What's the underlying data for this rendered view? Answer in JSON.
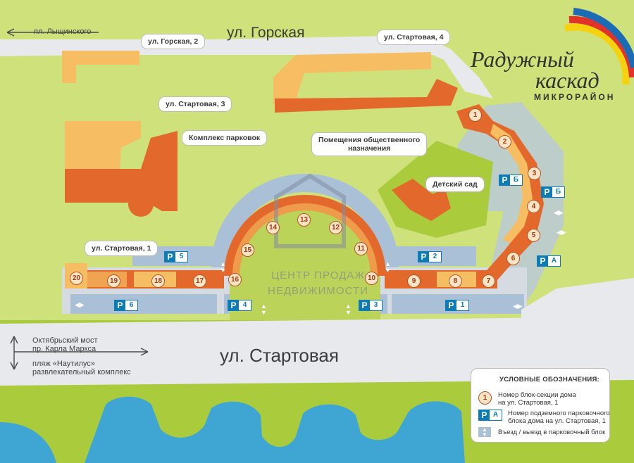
{
  "colors": {
    "grass": "#a9cb3c",
    "lightGrass": "#cfe17a",
    "road": "#e7e9ec",
    "water": "#3fa6d4",
    "orange": "#e2692b",
    "lightOrange": "#f7bd62",
    "parking": "#a9c0d6",
    "parkingBlue": "#0d7bb5"
  },
  "streets": {
    "gorskaya": "ул. Горская",
    "startovaya": "ул. Стартовая",
    "lyshchinsky": "пл. Лыщинского",
    "bridge_line1": "Октябрьский мост",
    "bridge_line2": "пр. Карла Маркса",
    "beach_line1": "пляж «Наутилус»",
    "beach_line2": "развлекательный комплекс"
  },
  "callouts": {
    "gorskaya2": "ул. Горская, 2",
    "startovaya4": "ул. Стартовая, 4",
    "startovaya3": "ул. Стартовая, 3",
    "parking_complex": "Комплекс парковок",
    "public_line1": "Помещения общественного",
    "public_line2": "назначения",
    "kindergarten": "Детский сад",
    "startovaya1": "ул. Стартовая, 1"
  },
  "logo": {
    "line1": "Радужный",
    "line2": "каскад",
    "line3": "МИКРОРАЙОН",
    "rainbow": [
      "#1b6bb5",
      "#e2332a",
      "#f5d10e"
    ]
  },
  "watermark": {
    "line1": "ЦЕНТР ПРОДАЖ",
    "line2": "НЕДВИЖИМОСТИ"
  },
  "sections": [
    "1",
    "2",
    "3",
    "4",
    "5",
    "6",
    "7",
    "8",
    "9",
    "10",
    "11",
    "12",
    "13",
    "14",
    "15",
    "16",
    "17",
    "18",
    "19",
    "20"
  ],
  "parking_blocks": [
    "1",
    "2",
    "3",
    "4",
    "5",
    "6",
    "А",
    "Б"
  ],
  "parking_p": "P",
  "legend": {
    "title": "УСЛОВНЫЕ ОБОЗНАЧЕНИЯ:",
    "item1_sample": "1",
    "item1_line1": "Номер блок-секции дома",
    "item1_line2": "на ул. Стартовая, 1",
    "item2_sample": "А",
    "item2_line1": "Номер подземного парковочного",
    "item2_line2": "блока дома на ул. Стартовая, 1",
    "item3": "Въезд / выезд в парковочный блок"
  }
}
